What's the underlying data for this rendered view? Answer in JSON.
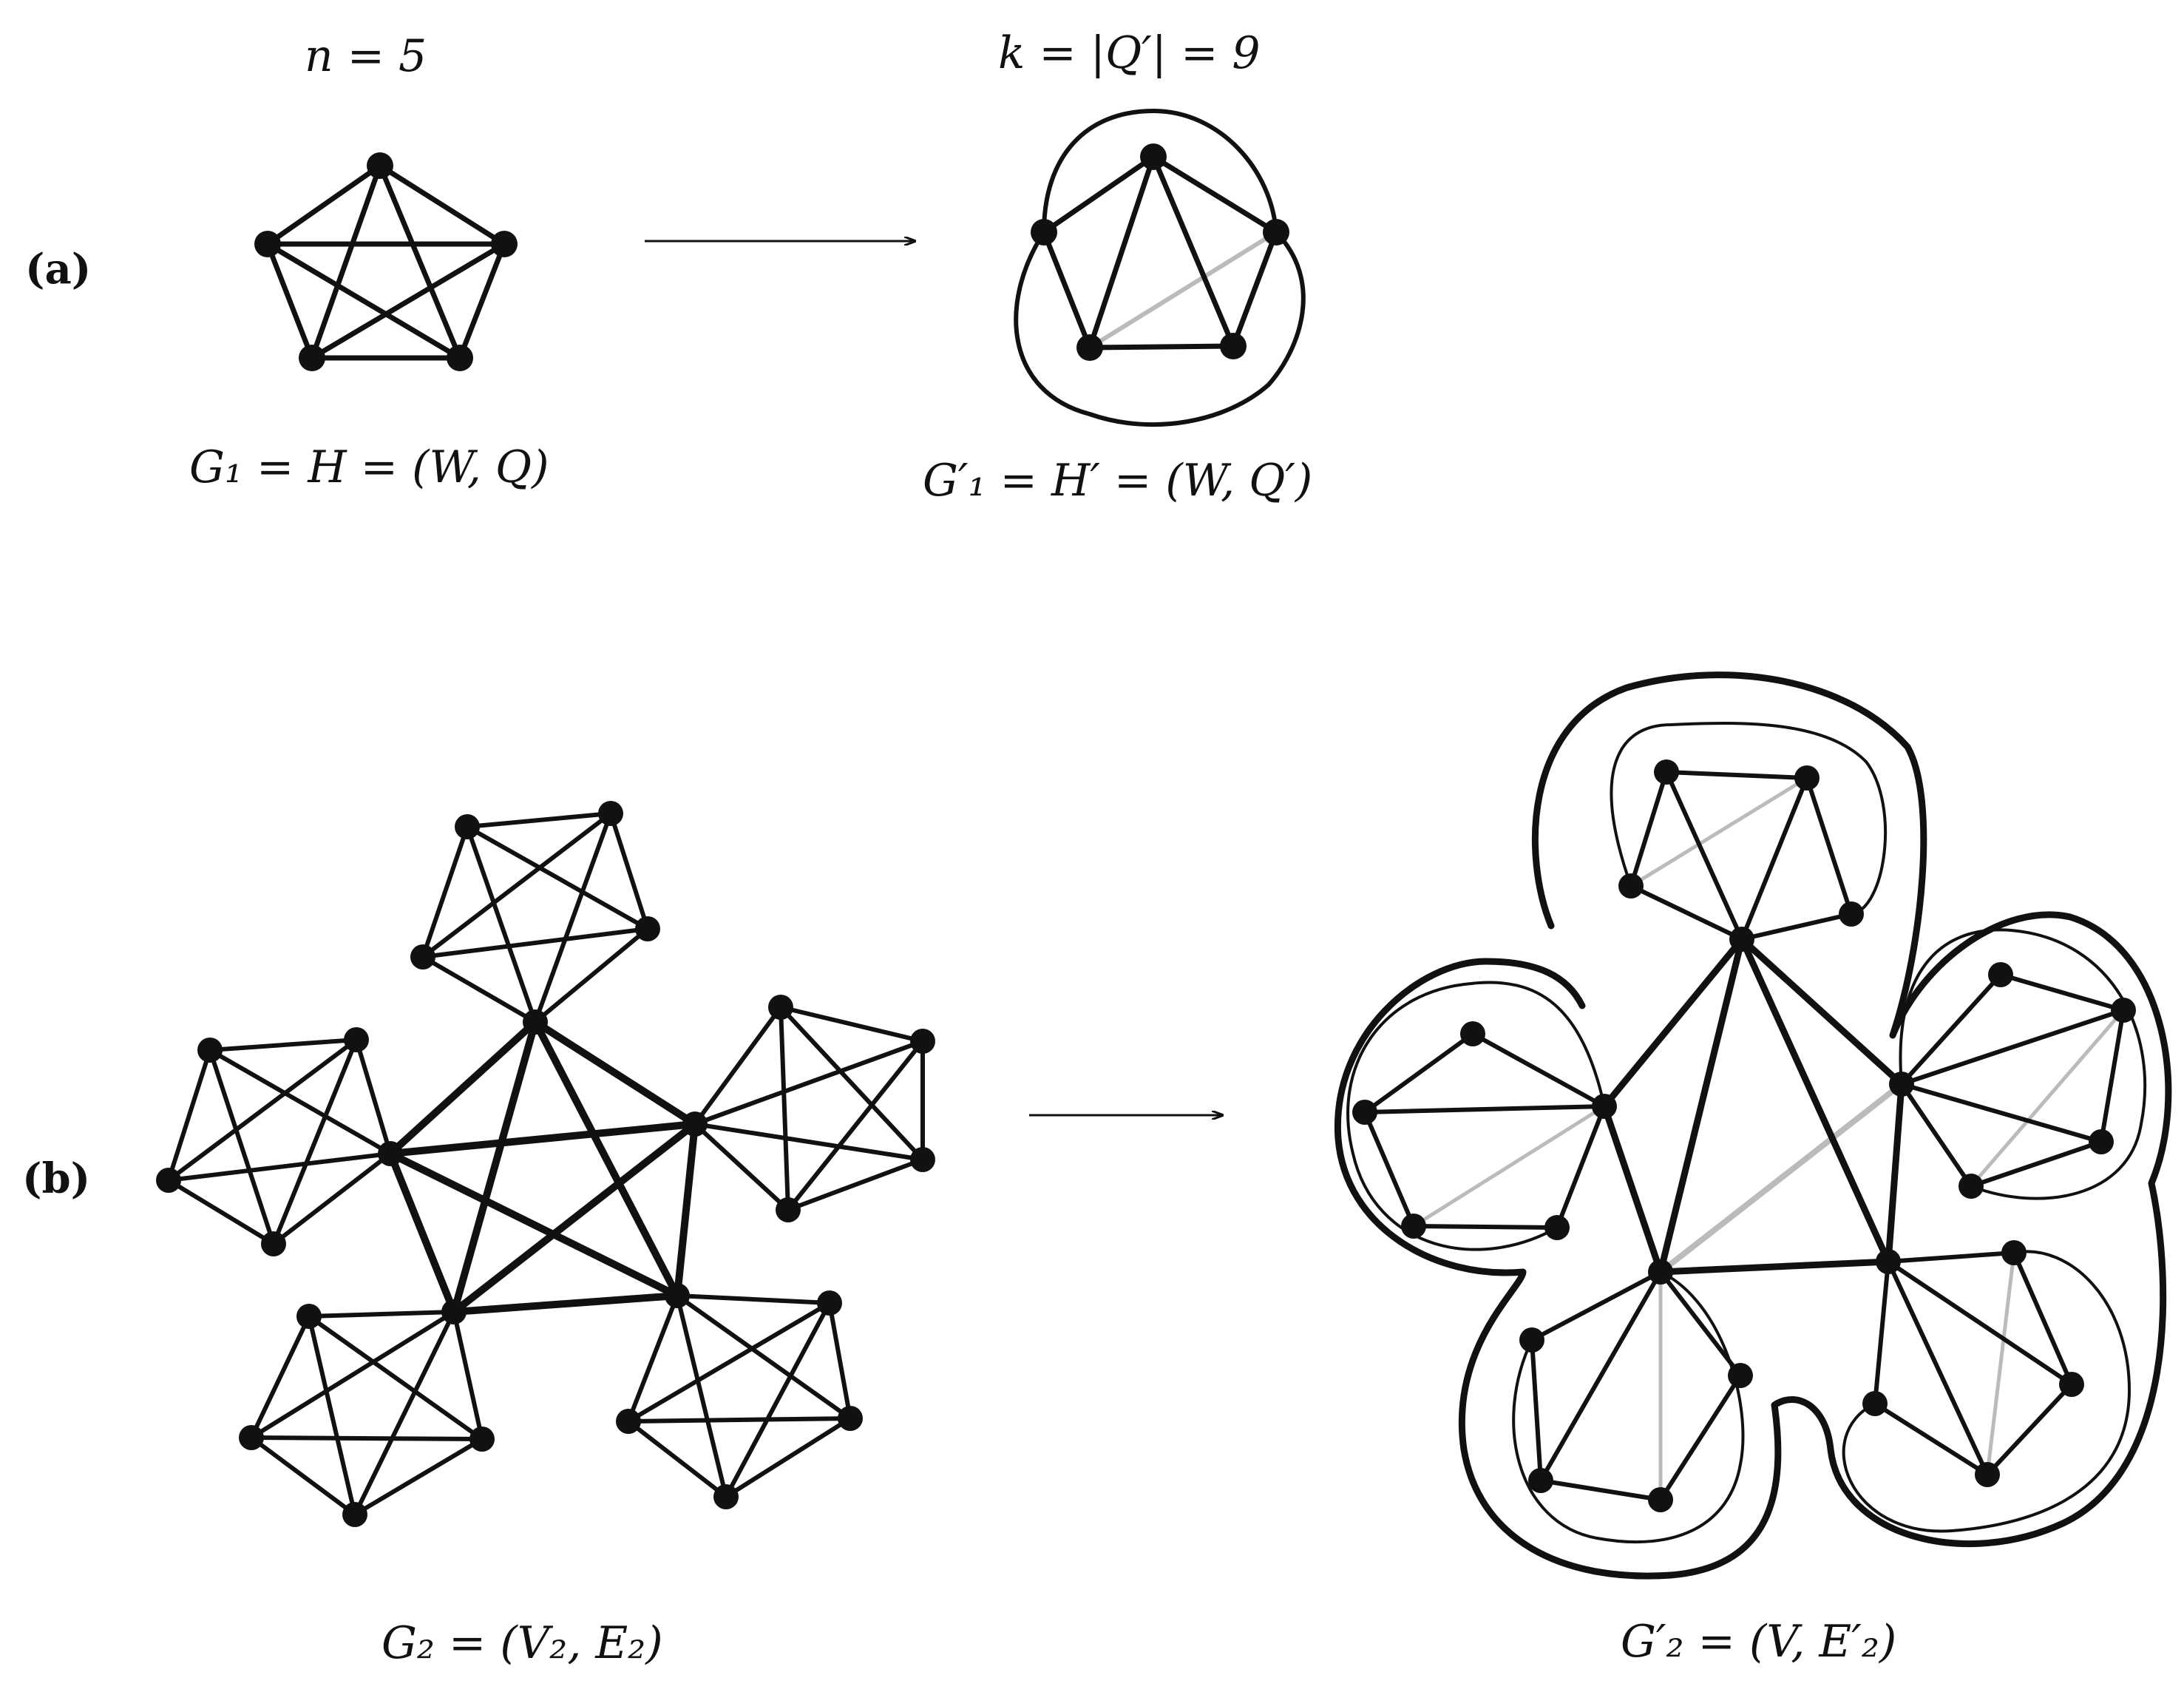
{
  "panel_a": {
    "label": "(a)",
    "n_caption": "n = 5",
    "k_caption": "k = |Q′| = 9",
    "left_caption": "G₁ = H = (W, Q)",
    "right_caption": "G′₁ = H′ = (W, Q′)"
  },
  "panel_b": {
    "label": "(b)",
    "left_caption": "G₂ = (V₂, E₂)",
    "right_caption": "G′₂ = (V, E′₂)"
  },
  "colors": {
    "ink": "#111111",
    "removed_edge": "#bbbbbb"
  }
}
